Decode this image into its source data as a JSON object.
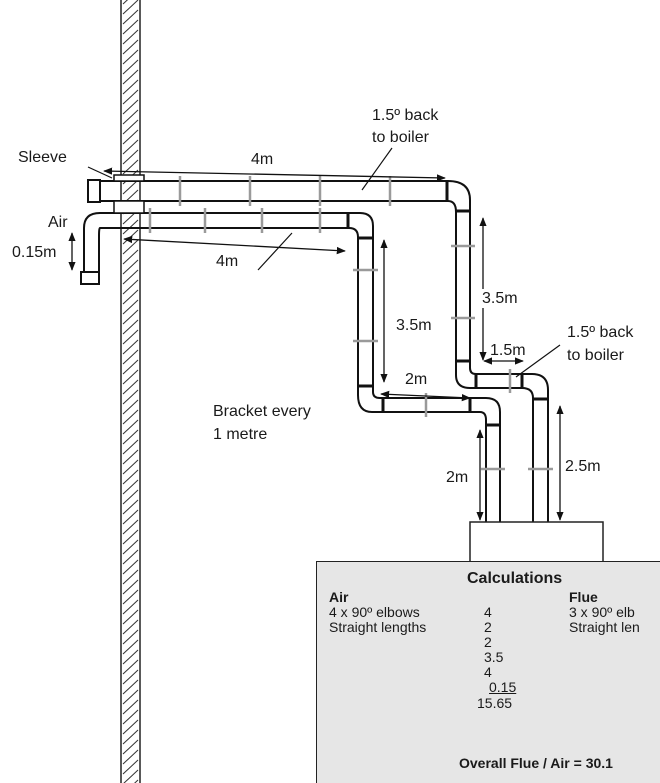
{
  "labels": {
    "sleeve": "Sleeve",
    "air": "Air",
    "air_drop": "0.15m",
    "flue_top_length": "4m",
    "air_top_length": "4m",
    "fall_note_top_line1": "1.5º back",
    "fall_note_top_line2": "to boiler",
    "flue_vertical_1": "3.5m",
    "air_vertical_1": "3.5m",
    "flue_horizontal_2": "1.5m",
    "fall_note_mid_line1": "1.5º back",
    "fall_note_mid_line2": "to boiler",
    "air_horizontal_2": "2m",
    "bracket_line1": "Bracket every",
    "bracket_line2": "1 metre",
    "air_vertical_2": "2m",
    "flue_vertical_2": "2.5m"
  },
  "calculations": {
    "title": "Calculations",
    "air": {
      "heading": "Air",
      "elbows_label": "4 x 90º elbows",
      "elbows_value": "4",
      "straight_label": "Straight lengths",
      "lengths": [
        "2",
        "2",
        "3.5",
        "4",
        "0.15"
      ],
      "total": "15.65"
    },
    "flue": {
      "heading": "Flue",
      "elbows_label": "3 x 90º elb",
      "straight_label": "Straight len"
    },
    "overall": "Overall Flue / Air = 30.1"
  },
  "colors": {
    "pipe": "#111111",
    "bracket": "#9a9a9a",
    "calc_bg": "#e6e6e6",
    "wall_hatch": "#333333"
  }
}
